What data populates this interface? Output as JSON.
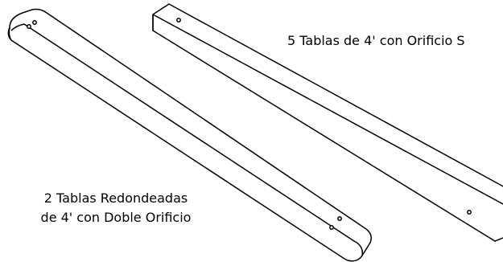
{
  "labels": {
    "five_boards": "5 Tablas de 4' con Orificio S",
    "two_boards_line1": "2 Tablas Redondeadas",
    "two_boards_line2": "de 4' con Doble Orificio"
  },
  "colors": {
    "stroke": "#000000",
    "fill": "#ffffff"
  },
  "parts": [
    {
      "id": "rounded-board",
      "count": 2,
      "holes": 2
    },
    {
      "id": "square-board",
      "count": 5,
      "holes": 1
    }
  ]
}
